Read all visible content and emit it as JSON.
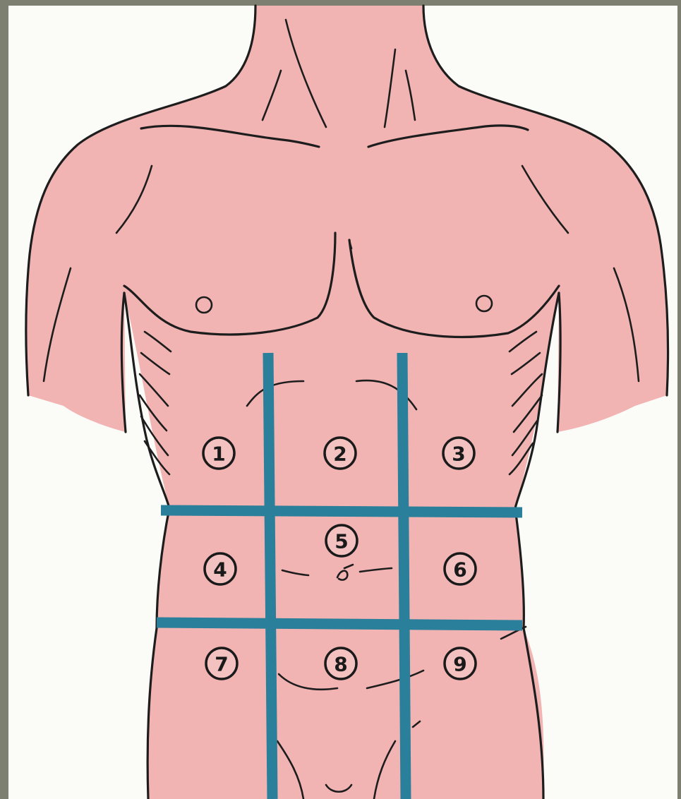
{
  "diagram": {
    "regions": [
      {
        "id": 1,
        "label": "1"
      },
      {
        "id": 2,
        "label": "2"
      },
      {
        "id": 3,
        "label": "3"
      },
      {
        "id": 4,
        "label": "4"
      },
      {
        "id": 5,
        "label": "5"
      },
      {
        "id": 6,
        "label": "6"
      },
      {
        "id": 7,
        "label": "7"
      },
      {
        "id": 8,
        "label": "8"
      },
      {
        "id": 9,
        "label": "9"
      }
    ],
    "colors": {
      "skin": "#f2b3b3",
      "grid_lines": "#2a7f9a",
      "outline": "#1d1d1d",
      "background": "#fbfbf8",
      "frame": "#7d8070"
    }
  }
}
